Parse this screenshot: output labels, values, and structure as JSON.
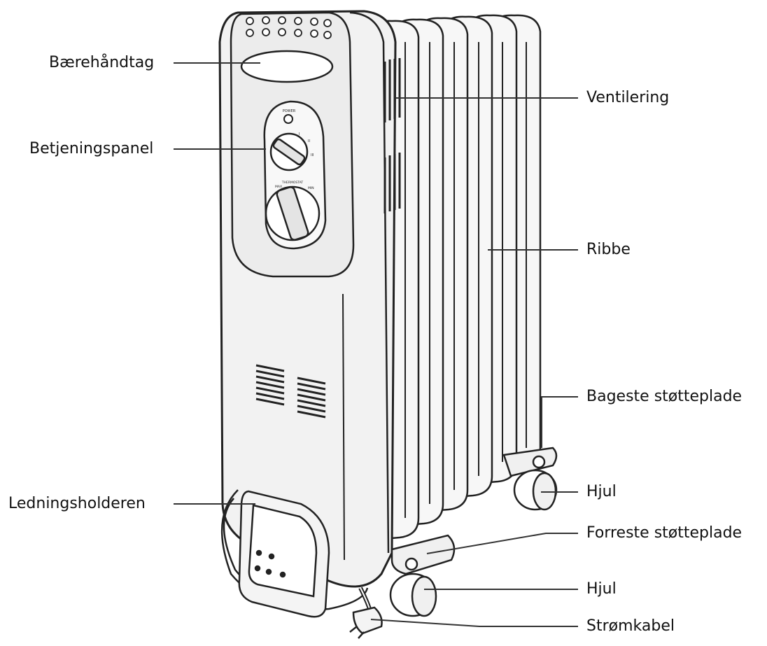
{
  "diagram": {
    "labels": {
      "baerehaandtag": "Bærehåndtag",
      "betjeningspanel": "Betjeningspanel",
      "ledningsholderen": "Ledningsholderen",
      "ventilering": "Ventilering",
      "ribbe": "Ribbe",
      "bageste_stotteplade": "Bageste støtteplade",
      "hjul_bag": "Hjul",
      "forreste_stotteplade": "Forreste støtteplade",
      "hjul_for": "Hjul",
      "stromkabel": "Strømkabel"
    },
    "device_markings": {
      "power": "POWER",
      "thermostat": "THERMOSTAT",
      "max": "MAX",
      "min": "MIN",
      "setting_1": "I",
      "setting_2": "II",
      "setting_3": "III"
    },
    "colors": {
      "stroke": "#222222",
      "body_fill": "#f2f2f2",
      "fin_fill": "#f7f7f7",
      "leader_line": "#333333"
    }
  }
}
